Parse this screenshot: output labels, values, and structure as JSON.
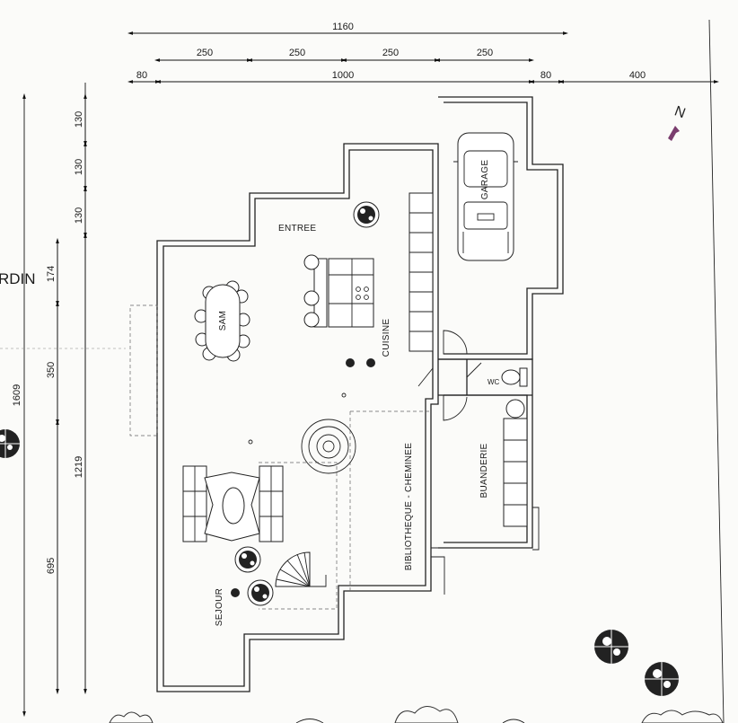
{
  "dimensions": {
    "top_total": "1160",
    "top_segments": [
      "250",
      "250",
      "250",
      "250"
    ],
    "row3_left": "80",
    "row3_main": "1000",
    "row3_right_small": "80",
    "row3_right": "400",
    "left_outer_total": "1609",
    "left_upper": [
      "130",
      "130",
      "130"
    ],
    "left_mid": [
      "174",
      "350"
    ],
    "left_inner_total": "1219",
    "left_lower": "695"
  },
  "rooms": {
    "entree": "ENTREE",
    "sam": "SAM",
    "cuisine": "CUISINE",
    "garage": "GARAGE",
    "wc": "WC",
    "buanderie": "BUANDERIE",
    "bibliotheque": "BIBLIOTHEQUE  -  CHEMINEE",
    "sejour": "SEJOUR",
    "jardin": "RDIN"
  },
  "north_label": "N",
  "colors": {
    "north_arrow": "#7a3d6e",
    "wall": "#222222"
  }
}
